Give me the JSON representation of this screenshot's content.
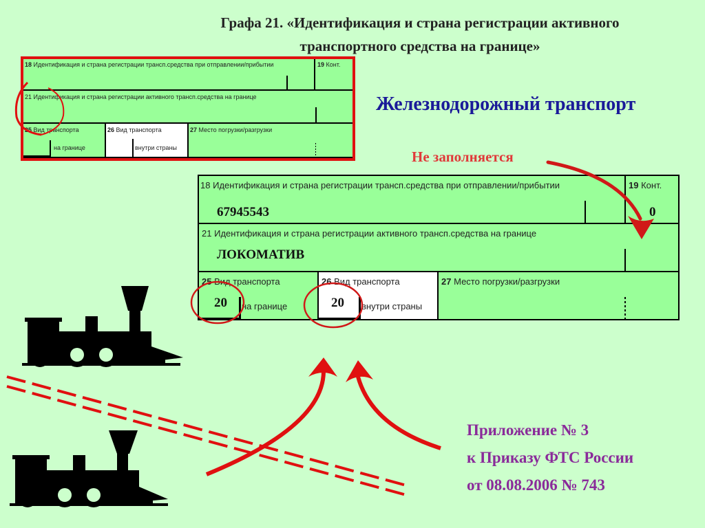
{
  "slide": {
    "title_line1": "Графа 21. «Идентификация и страна регистрации активного",
    "title_line2": "транспортного средства на границе»",
    "subtitle": "Железнодорожный транспорт",
    "note": "Не заполняется",
    "appendix": {
      "line1": "Приложение № 3",
      "line2": "к Приказу ФТС России",
      "line3": "от 08.08.2006 № 743"
    }
  },
  "form": {
    "box18": {
      "num": "18",
      "label": "Идентификация и страна регистрации трансп.средства при отправлении/прибытии"
    },
    "box19": {
      "num": "19",
      "label": "Конт."
    },
    "box21": {
      "num": "21",
      "label": "Идентификация и страна регистрации активного трансп.средства на границе"
    },
    "box25": {
      "num": "25",
      "label": "Вид транспорта",
      "sublabel": "на границе"
    },
    "box26": {
      "num": "26",
      "label": "Вид транспорта",
      "sublabel": "внутри страны"
    },
    "box27": {
      "num": "27",
      "label": "Место погрузки/разгрузки"
    }
  },
  "filled": {
    "box18_value": "67945543",
    "box19_value": "0",
    "box21_value": "ЛОКОМАТИВ",
    "box25_value": "20",
    "box26_value": "20"
  },
  "colors": {
    "background": "#ccffcc",
    "form_fill": "#99ff99",
    "highlight_red": "#e01010",
    "title_blue": "#1a1a99",
    "appendix_purple": "#8a2b9a"
  },
  "icons": [
    "locomotive-icon",
    "railroad-track-icon",
    "red-arrow-icon",
    "red-circle-highlight-icon"
  ]
}
